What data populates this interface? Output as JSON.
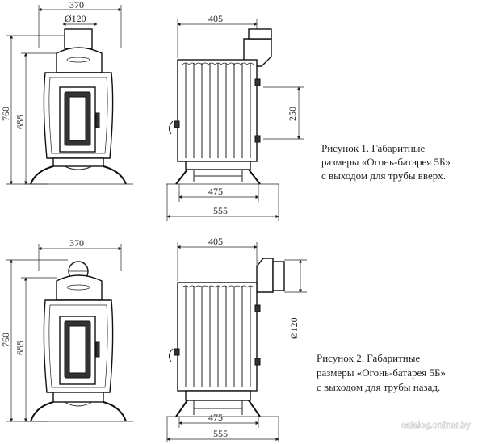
{
  "figure1": {
    "front_width": "370",
    "pipe_diameter": "Ø120",
    "total_height": "760",
    "body_height": "655",
    "side_width": "405",
    "pipe_offset": "250",
    "legs_width": "475",
    "total_depth": "555",
    "caption_line1": "Рисунок 1.  Габаритные",
    "caption_line2": "размеры «Огонь-батарея 5Б»",
    "caption_line3": "с выходом для трубы вверх."
  },
  "figure2": {
    "front_width": "370",
    "total_height": "760",
    "body_height": "655",
    "side_width": "405",
    "pipe_diameter": "Ø120",
    "legs_width": "475",
    "total_depth": "555",
    "caption_line1": "Рисунок 2.  Габаритные",
    "caption_line2": "размеры «Огонь-батарея 5Б»",
    "caption_line3": "с выходом для трубы назад."
  },
  "watermark": "catalog.onliner.by"
}
